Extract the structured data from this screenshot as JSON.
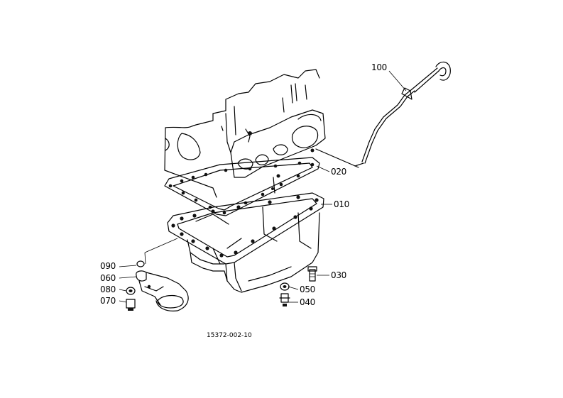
{
  "parts": [
    {
      "id": "p100",
      "label": "100",
      "name": "dipstick"
    },
    {
      "id": "p020",
      "label": "020",
      "name": "oil-pan-gasket"
    },
    {
      "id": "p010",
      "label": "010",
      "name": "oil-pan"
    },
    {
      "id": "p030",
      "label": "030",
      "name": "oil-pan-bolt"
    },
    {
      "id": "p050",
      "label": "050",
      "name": "drain-plug-washer"
    },
    {
      "id": "p040",
      "label": "040",
      "name": "drain-plug"
    },
    {
      "id": "p090",
      "label": "090",
      "name": "o-ring"
    },
    {
      "id": "p060",
      "label": "060",
      "name": "oil-strainer"
    },
    {
      "id": "p080",
      "label": "080",
      "name": "strainer-washer"
    },
    {
      "id": "p070",
      "label": "070",
      "name": "strainer-bolt"
    }
  ],
  "figure_number": "15372-002-10"
}
